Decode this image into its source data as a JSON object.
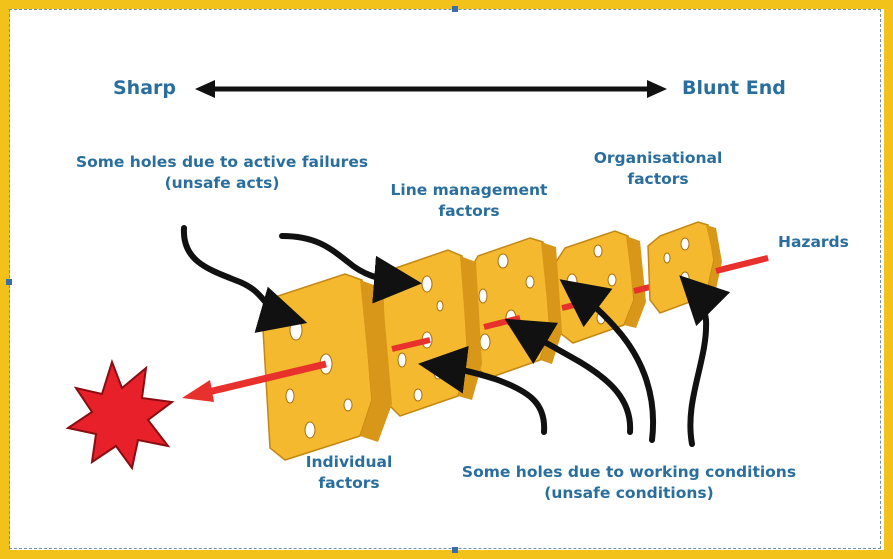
{
  "labels": {
    "sharp": "Sharp",
    "blunt_end": "Blunt End",
    "active_failures_line1": "Some holes due to active failures",
    "active_failures_line2": "(unsafe acts)",
    "line_mgmt_line1": "Line management",
    "line_mgmt_line2": "factors",
    "org_line1": "Organisational",
    "org_line2": "factors",
    "hazards": "Hazards",
    "individual_line1": "Individual",
    "individual_line2": "factors",
    "working_line1": "Some holes due to working conditions",
    "working_line2": "(unsafe conditions)"
  },
  "colors": {
    "frame": "#f2c21b",
    "label": "#2a6e9e",
    "cheese": "#f4b92e",
    "cheese_dark": "#d9971a",
    "hazard_arrow": "#e8302c",
    "explosion": "#e8202a"
  }
}
